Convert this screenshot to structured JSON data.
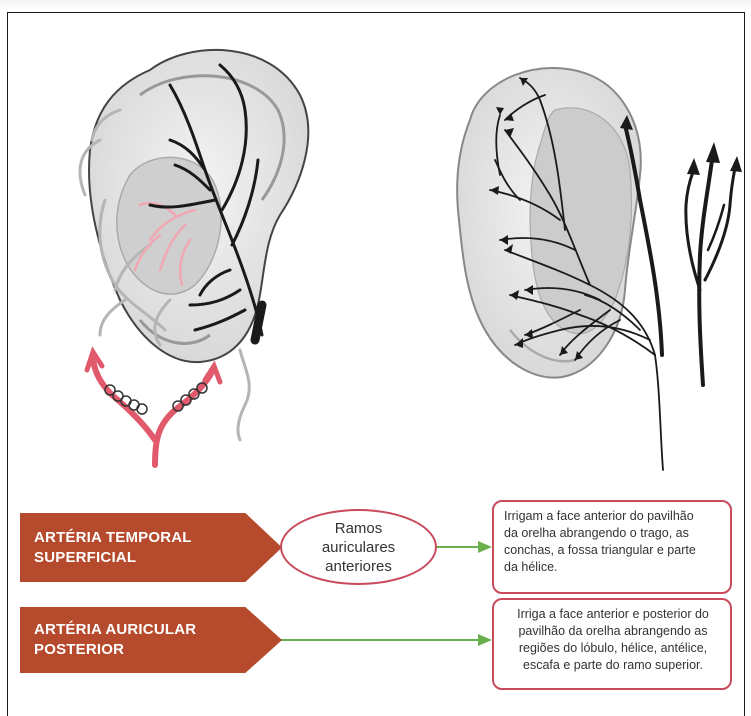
{
  "colors": {
    "arrow_box": "#b64a2c",
    "outline_red": "#c94a5c",
    "connector_green": "#6ab04c",
    "artery_pink": "#e05a6c",
    "vessel_black": "#1a1a1a"
  },
  "rows": [
    {
      "artery": {
        "line1": "ARTÉRIA TEMPORAL",
        "line2": "SUPERFICIAL"
      },
      "branch": {
        "line1": "Ramos",
        "line2": "auriculares",
        "line3": "anteriores"
      },
      "description": {
        "line1": "Irrigam a face anterior do pavilhão",
        "line2": "da orelha abrangendo o trago, as",
        "line3": "conchas, a fossa triangular e parte",
        "line4": "da hélice."
      }
    },
    {
      "artery": {
        "line1": "ARTÉRIA AURICULAR",
        "line2": "POSTERIOR"
      },
      "description": {
        "line1": "Irriga a face anterior e posterior do",
        "line2": "pavilhão da orelha abrangendo as",
        "line3": "regiões do lóbulo, hélice, antélice,",
        "line4": "escafa e parte do ramo superior."
      }
    }
  ]
}
